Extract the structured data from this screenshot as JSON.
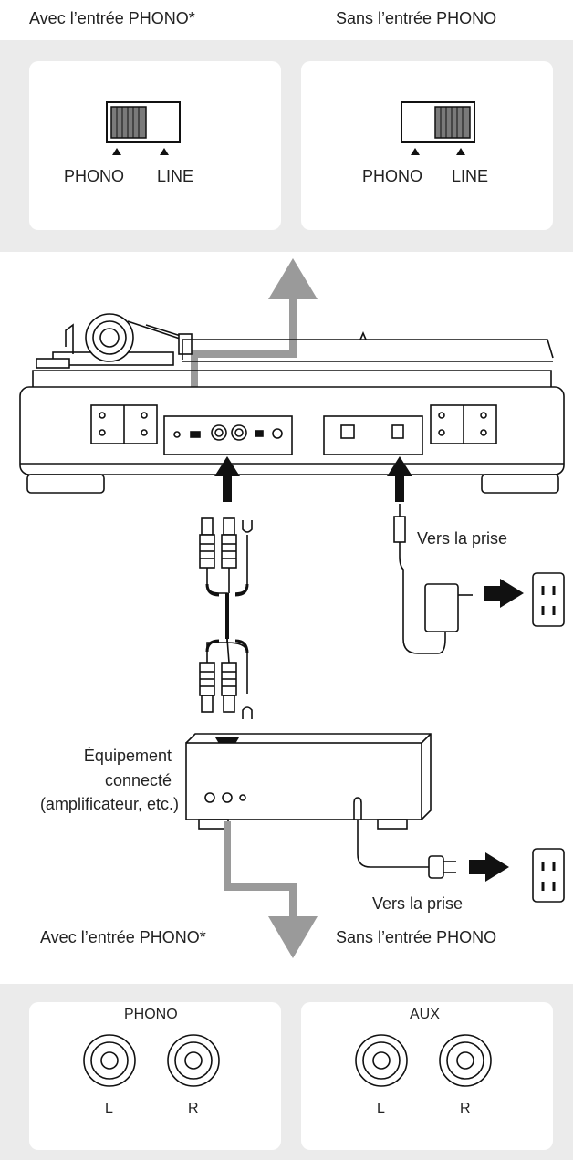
{
  "top": {
    "left_heading": "Avec l’entrée PHONO*",
    "right_heading": "Sans l’entrée PHONO",
    "left_switch": {
      "label_left": "PHONO",
      "label_right": "LINE",
      "selected": "PHONO"
    },
    "right_switch": {
      "label_left": "PHONO",
      "label_right": "LINE",
      "selected": "LINE"
    }
  },
  "power": {
    "outlet_label_top": "Vers la prise",
    "outlet_label_bottom": "Vers la prise"
  },
  "equipment": {
    "line1": "Équipement",
    "line2": "connecté",
    "line3": "(amplificateur, etc.)"
  },
  "bottom": {
    "left_heading": "Avec l’entrée PHONO*",
    "right_heading": "Sans l’entrée PHONO",
    "left_panel": {
      "title": "PHONO",
      "jack_l": "L",
      "jack_r": "R"
    },
    "right_panel": {
      "title": "AUX",
      "jack_l": "L",
      "jack_r": "R"
    }
  },
  "colors": {
    "panel_bg": "#ebebeb",
    "card_bg": "#ffffff",
    "line": "#111111",
    "route": "#9a9a9a"
  }
}
